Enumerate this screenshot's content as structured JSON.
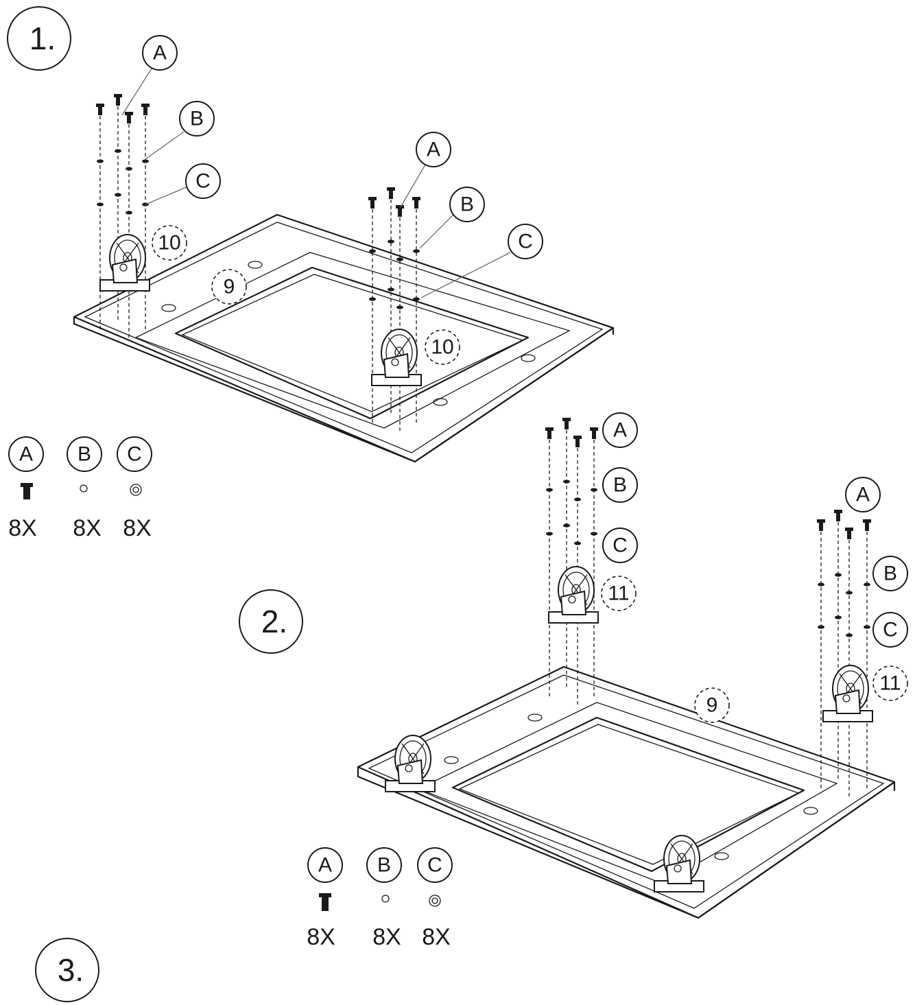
{
  "steps": [
    {
      "number": "1.",
      "parts": {
        "a": "A",
        "b": "B",
        "c": "C",
        "caster": "10",
        "base": "9"
      },
      "legend": [
        {
          "letter": "A",
          "qty": "8X"
        },
        {
          "letter": "B",
          "qty": "8X"
        },
        {
          "letter": "C",
          "qty": "8X"
        }
      ]
    },
    {
      "number": "2.",
      "parts": {
        "a": "A",
        "b": "B",
        "c": "C",
        "caster": "11",
        "base": "9"
      },
      "legend": [
        {
          "letter": "A",
          "qty": "8X"
        },
        {
          "letter": "B",
          "qty": "8X"
        },
        {
          "letter": "C",
          "qty": "8X"
        }
      ]
    },
    {
      "number": "3."
    }
  ],
  "icons": {
    "bolt": "bolt-icon",
    "washer": "lock-washer-icon",
    "flat_washer": "flat-washer-icon",
    "caster": "caster-wheel-icon"
  }
}
